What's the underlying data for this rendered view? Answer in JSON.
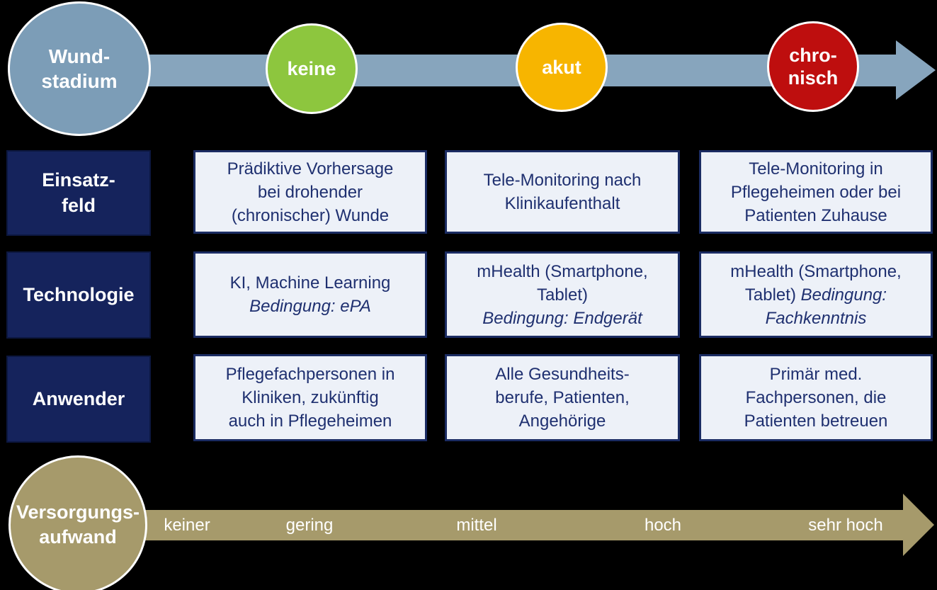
{
  "colors": {
    "background": "#000000",
    "stage_arrow": "#87A5BD",
    "stage_axis_circle": "#7C9DB7",
    "stage_keine": "#8DC63E",
    "stage_akut": "#F7B500",
    "stage_chronisch": "#BE0E0E",
    "row_label_bg": "#15235C",
    "cell_bg": "#EDF1F8",
    "cell_border": "#1B2C63",
    "cell_text": "#1F3070",
    "effort_axis": "#A69A6B",
    "label_text": "#FFFFFF"
  },
  "wound_stage_axis": {
    "axis_label": "Wund-\nstadium",
    "stages": [
      {
        "label": "keine"
      },
      {
        "label": "akut"
      },
      {
        "label": "chro-\nnisch"
      }
    ]
  },
  "rows": [
    {
      "label": "Einsatz-\nfeld",
      "cells": [
        {
          "text": "Prädiktive Vorhersage\nbei drohender\n(chronischer) Wunde"
        },
        {
          "text": "Tele-Monitoring nach\nKlinikaufenthalt"
        },
        {
          "text": "Tele-Monitoring in\nPflegeheimen oder bei\nPatienten Zuhause"
        }
      ]
    },
    {
      "label": "Technologie",
      "cells": [
        {
          "text": "KI, Machine Learning\n",
          "italic": "Bedingung: ePA"
        },
        {
          "text": "mHealth (Smartphone,\nTablet)\n",
          "italic": "Bedingung: Endgerät"
        },
        {
          "text": "mHealth (Smartphone,\nTablet) ",
          "italic": "Bedingung:\nFachkenntnis"
        }
      ]
    },
    {
      "label": "Anwender",
      "cells": [
        {
          "text": "Pflegefachpersonen in\nKliniken, zukünftig\nauch in Pflegeheimen"
        },
        {
          "text": "Alle Gesundheits-\nberufe, Patienten,\nAngehörige"
        },
        {
          "text": "Primär med.\nFachpersonen, die\nPatienten betreuen"
        }
      ]
    }
  ],
  "care_effort_axis": {
    "axis_label": "Versorgungs-\naufwand",
    "levels": [
      "keiner",
      "gering",
      "mittel",
      "hoch",
      "sehr hoch"
    ]
  }
}
